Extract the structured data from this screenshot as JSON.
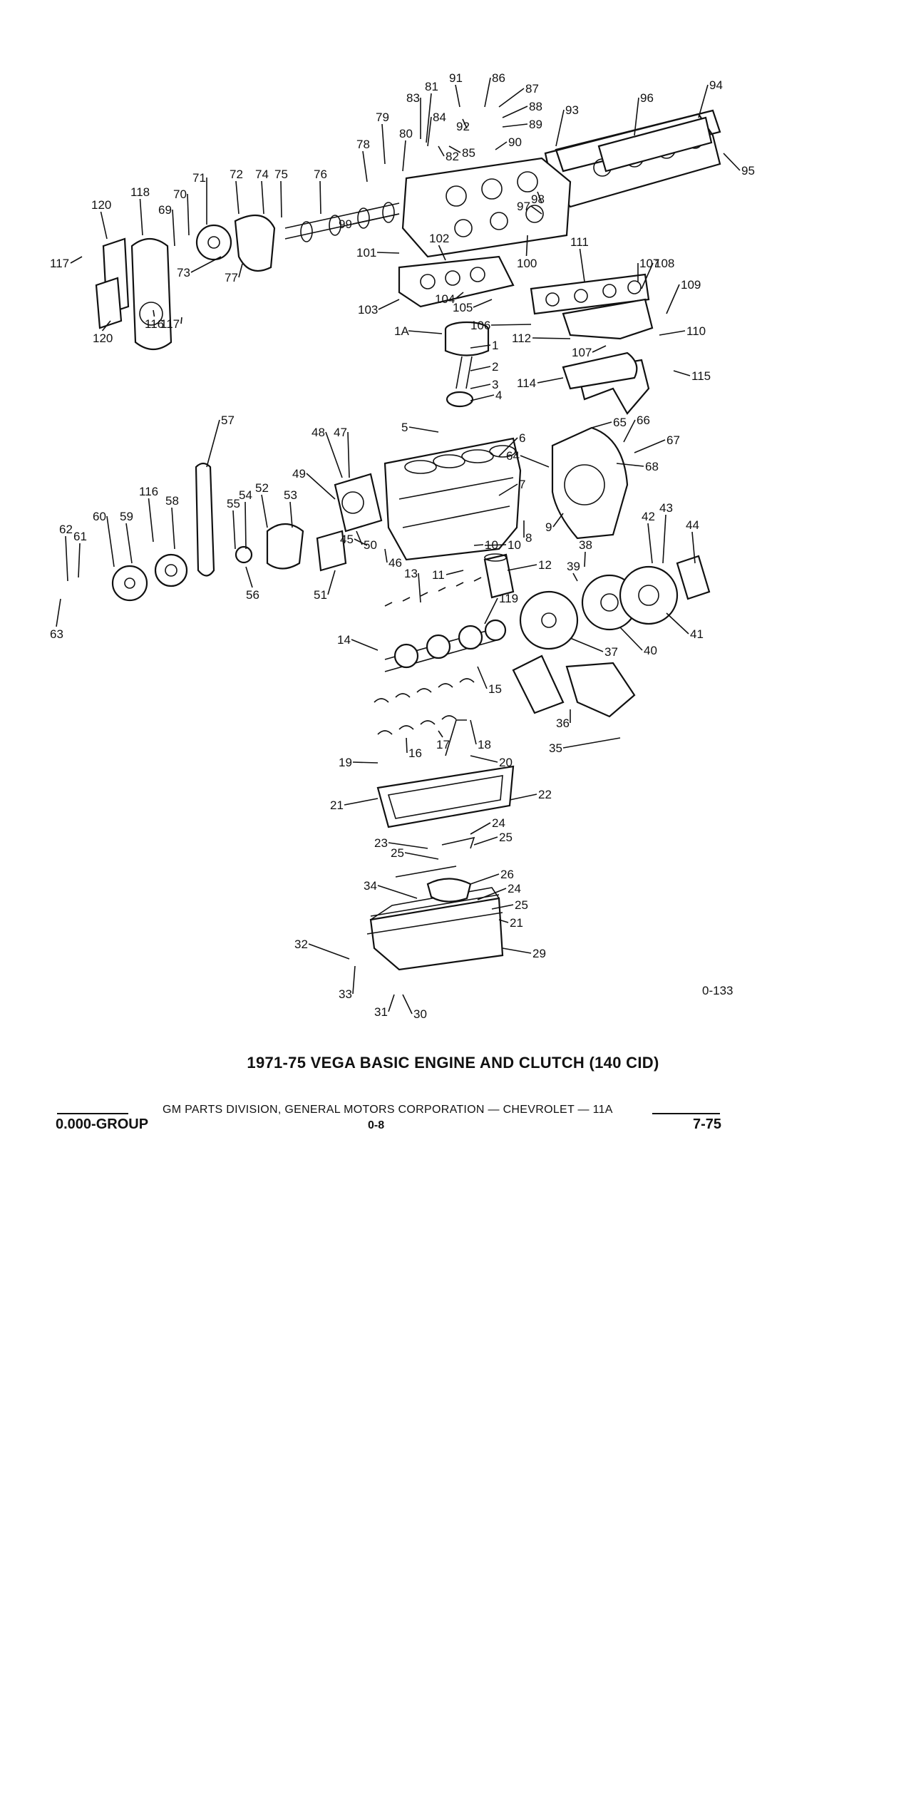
{
  "figure": {
    "code": "0-133",
    "title": "1971-75 VEGA BASIC ENGINE AND CLUTCH (140 CID)",
    "callouts": [
      "1",
      "1A",
      "2",
      "3",
      "4",
      "5",
      "6",
      "7",
      "8",
      "9",
      "10",
      "11",
      "12",
      "13",
      "14",
      "15",
      "16",
      "17",
      "18",
      "19",
      "20",
      "21",
      "22",
      "23",
      "24",
      "25",
      "26",
      "29",
      "30",
      "31",
      "32",
      "33",
      "34",
      "35",
      "36",
      "37",
      "38",
      "39",
      "40",
      "41",
      "42",
      "43",
      "44",
      "45",
      "46",
      "47",
      "48",
      "49",
      "50",
      "51",
      "52",
      "53",
      "54",
      "55",
      "56",
      "57",
      "58",
      "59",
      "60",
      "61",
      "62",
      "63",
      "64",
      "65",
      "66",
      "67",
      "68",
      "69",
      "70",
      "71",
      "72",
      "73",
      "74",
      "75",
      "76",
      "77",
      "78",
      "79",
      "80",
      "81",
      "82",
      "83",
      "84",
      "85",
      "86",
      "87",
      "88",
      "89",
      "90",
      "91",
      "92",
      "93",
      "94",
      "95",
      "96",
      "97",
      "98",
      "99",
      "100",
      "101",
      "102",
      "103",
      "104",
      "105",
      "106",
      "107",
      "108",
      "109",
      "110",
      "111",
      "112",
      "114",
      "115",
      "116",
      "117",
      "118",
      "119",
      "120"
    ]
  },
  "footer": {
    "group": "0.000-GROUP",
    "publisher": "GM PARTS DIVISION, GENERAL MOTORS CORPORATION — CHEVROLET — 11A",
    "page": "0-8",
    "date": "7-75"
  }
}
